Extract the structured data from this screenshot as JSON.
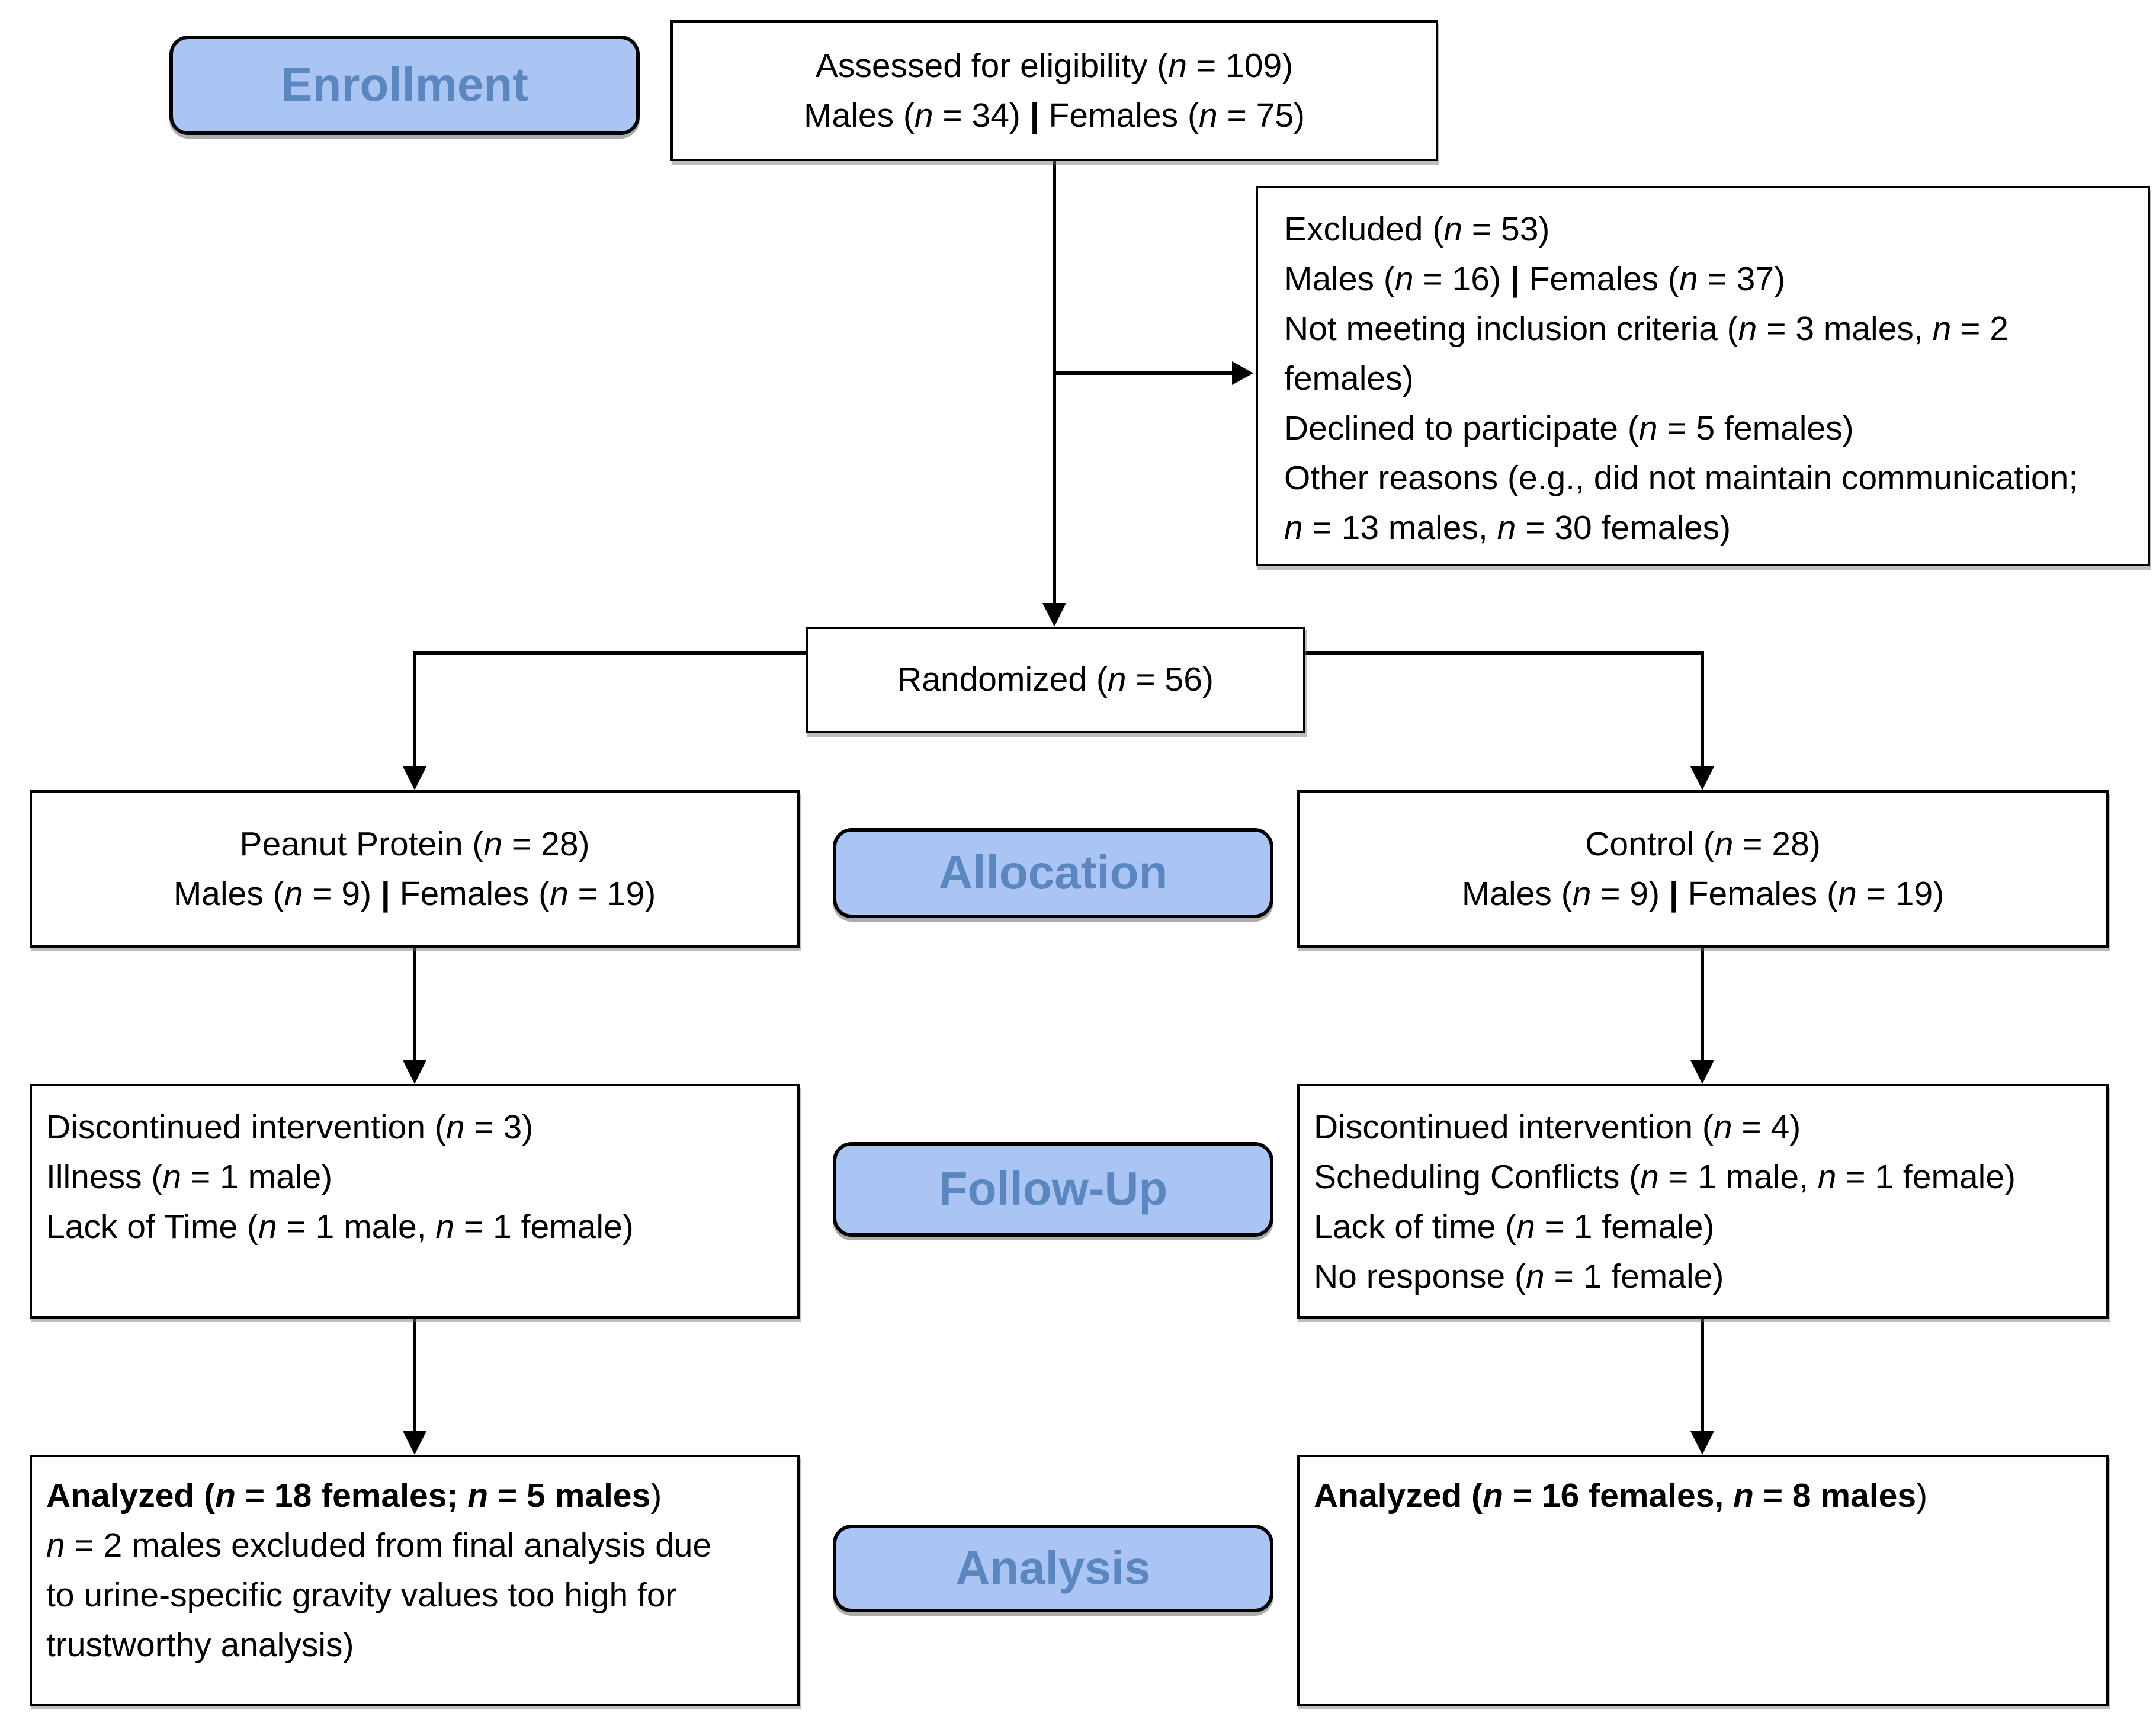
{
  "colors": {
    "label-fill": "#aac5f4",
    "label-text": "#5b87c0",
    "box-fill": "#ffffff",
    "box-border": "#000000",
    "line-color": "#000000"
  },
  "stage_labels": {
    "enrollment": "Enrollment",
    "allocation": "Allocation",
    "followup": "Follow-Up",
    "analysis": "Analysis"
  },
  "boxes": {
    "assessed": {
      "lines": [
        [
          [
            "r",
            "Assessed for eligibility ("
          ],
          [
            "i",
            "n"
          ],
          [
            "r",
            " = 109)"
          ]
        ],
        [
          [
            "r",
            "Males ("
          ],
          [
            "i",
            "n"
          ],
          [
            "r",
            " = 34) "
          ],
          [
            "b",
            "|"
          ],
          [
            "r",
            " Females ("
          ],
          [
            "i",
            "n"
          ],
          [
            "r",
            " = 75)"
          ]
        ]
      ]
    },
    "excluded": {
      "lines": [
        [
          [
            "r",
            "Excluded ("
          ],
          [
            "i",
            "n"
          ],
          [
            "r",
            " = 53)"
          ]
        ],
        [
          [
            "r",
            "Males ("
          ],
          [
            "i",
            "n"
          ],
          [
            "r",
            " = 16) "
          ],
          [
            "b",
            "|"
          ],
          [
            "r",
            " Females ("
          ],
          [
            "i",
            "n"
          ],
          [
            "r",
            " = 37)"
          ]
        ],
        [
          [
            "r",
            "Not meeting inclusion criteria ("
          ],
          [
            "i",
            "n"
          ],
          [
            "r",
            " = 3 males, "
          ],
          [
            "i",
            "n"
          ],
          [
            "r",
            " = 2"
          ]
        ],
        [
          [
            "r",
            "females)"
          ]
        ],
        [
          [
            "r",
            "Declined to participate ("
          ],
          [
            "i",
            "n"
          ],
          [
            "r",
            " = 5 females)"
          ]
        ],
        [
          [
            "r",
            "Other reasons (e.g., did not maintain communication;"
          ]
        ],
        [
          [
            "i",
            "n"
          ],
          [
            "r",
            " = 13 males, "
          ],
          [
            "i",
            "n"
          ],
          [
            "r",
            " = 30 females)"
          ]
        ]
      ]
    },
    "randomized": {
      "lines": [
        [
          [
            "r",
            "Randomized ("
          ],
          [
            "i",
            "n"
          ],
          [
            "r",
            " = 56)"
          ]
        ]
      ]
    },
    "peanut": {
      "lines": [
        [
          [
            "r",
            "Peanut Protein ("
          ],
          [
            "i",
            "n"
          ],
          [
            "r",
            " = 28)"
          ]
        ],
        [
          [
            "r",
            "Males ("
          ],
          [
            "i",
            "n"
          ],
          [
            "r",
            " = 9) "
          ],
          [
            "b",
            "|"
          ],
          [
            "r",
            " Females ("
          ],
          [
            "i",
            "n"
          ],
          [
            "r",
            " = 19)"
          ]
        ]
      ]
    },
    "control": {
      "lines": [
        [
          [
            "r",
            "Control ("
          ],
          [
            "i",
            "n"
          ],
          [
            "r",
            " = 28)"
          ]
        ],
        [
          [
            "r",
            "Males ("
          ],
          [
            "i",
            "n"
          ],
          [
            "r",
            " = 9) "
          ],
          [
            "b",
            "|"
          ],
          [
            "r",
            " Females ("
          ],
          [
            "i",
            "n"
          ],
          [
            "r",
            " = 19)"
          ]
        ]
      ]
    },
    "discontinued_left": {
      "lines": [
        [
          [
            "r",
            "Discontinued intervention ("
          ],
          [
            "i",
            "n"
          ],
          [
            "r",
            " = 3)"
          ]
        ],
        [
          [
            "r",
            "Illness ("
          ],
          [
            "i",
            "n"
          ],
          [
            "r",
            " = 1 male)"
          ]
        ],
        [
          [
            "r",
            "Lack of Time ("
          ],
          [
            "i",
            "n"
          ],
          [
            "r",
            " = 1 male, "
          ],
          [
            "i",
            "n"
          ],
          [
            "r",
            " = 1 female)"
          ]
        ]
      ]
    },
    "discontinued_right": {
      "lines": [
        [
          [
            "r",
            "Discontinued intervention ("
          ],
          [
            "i",
            "n"
          ],
          [
            "r",
            " = 4)"
          ]
        ],
        [
          [
            "r",
            "Scheduling Conflicts ("
          ],
          [
            "i",
            "n"
          ],
          [
            "r",
            " = 1 male, "
          ],
          [
            "i",
            "n"
          ],
          [
            "r",
            " = 1 female)"
          ]
        ],
        [
          [
            "r",
            "Lack of time ("
          ],
          [
            "i",
            "n"
          ],
          [
            "r",
            " = 1 female)"
          ]
        ],
        [
          [
            "r",
            "No response ("
          ],
          [
            "i",
            "n"
          ],
          [
            "r",
            " = 1 female)"
          ]
        ]
      ]
    },
    "analyzed_left": {
      "lines": [
        [
          [
            "b",
            "Analyzed ("
          ],
          [
            "bi",
            "n"
          ],
          [
            "b",
            " = 18 females; "
          ],
          [
            "bi",
            "n"
          ],
          [
            "b",
            " = 5 males"
          ],
          [
            "r",
            ")"
          ]
        ],
        [
          [
            "i",
            "n"
          ],
          [
            "r",
            " = 2 males excluded from final analysis due"
          ]
        ],
        [
          [
            "r",
            "to urine-specific gravity values too high for"
          ]
        ],
        [
          [
            "r",
            "trustworthy analysis)"
          ]
        ]
      ]
    },
    "analyzed_right": {
      "lines": [
        [
          [
            "b",
            "Analyzed ("
          ],
          [
            "bi",
            "n"
          ],
          [
            "b",
            " = 16 females, "
          ],
          [
            "bi",
            "n"
          ],
          [
            "b",
            " = 8 males"
          ],
          [
            "r",
            ")"
          ]
        ]
      ]
    }
  }
}
